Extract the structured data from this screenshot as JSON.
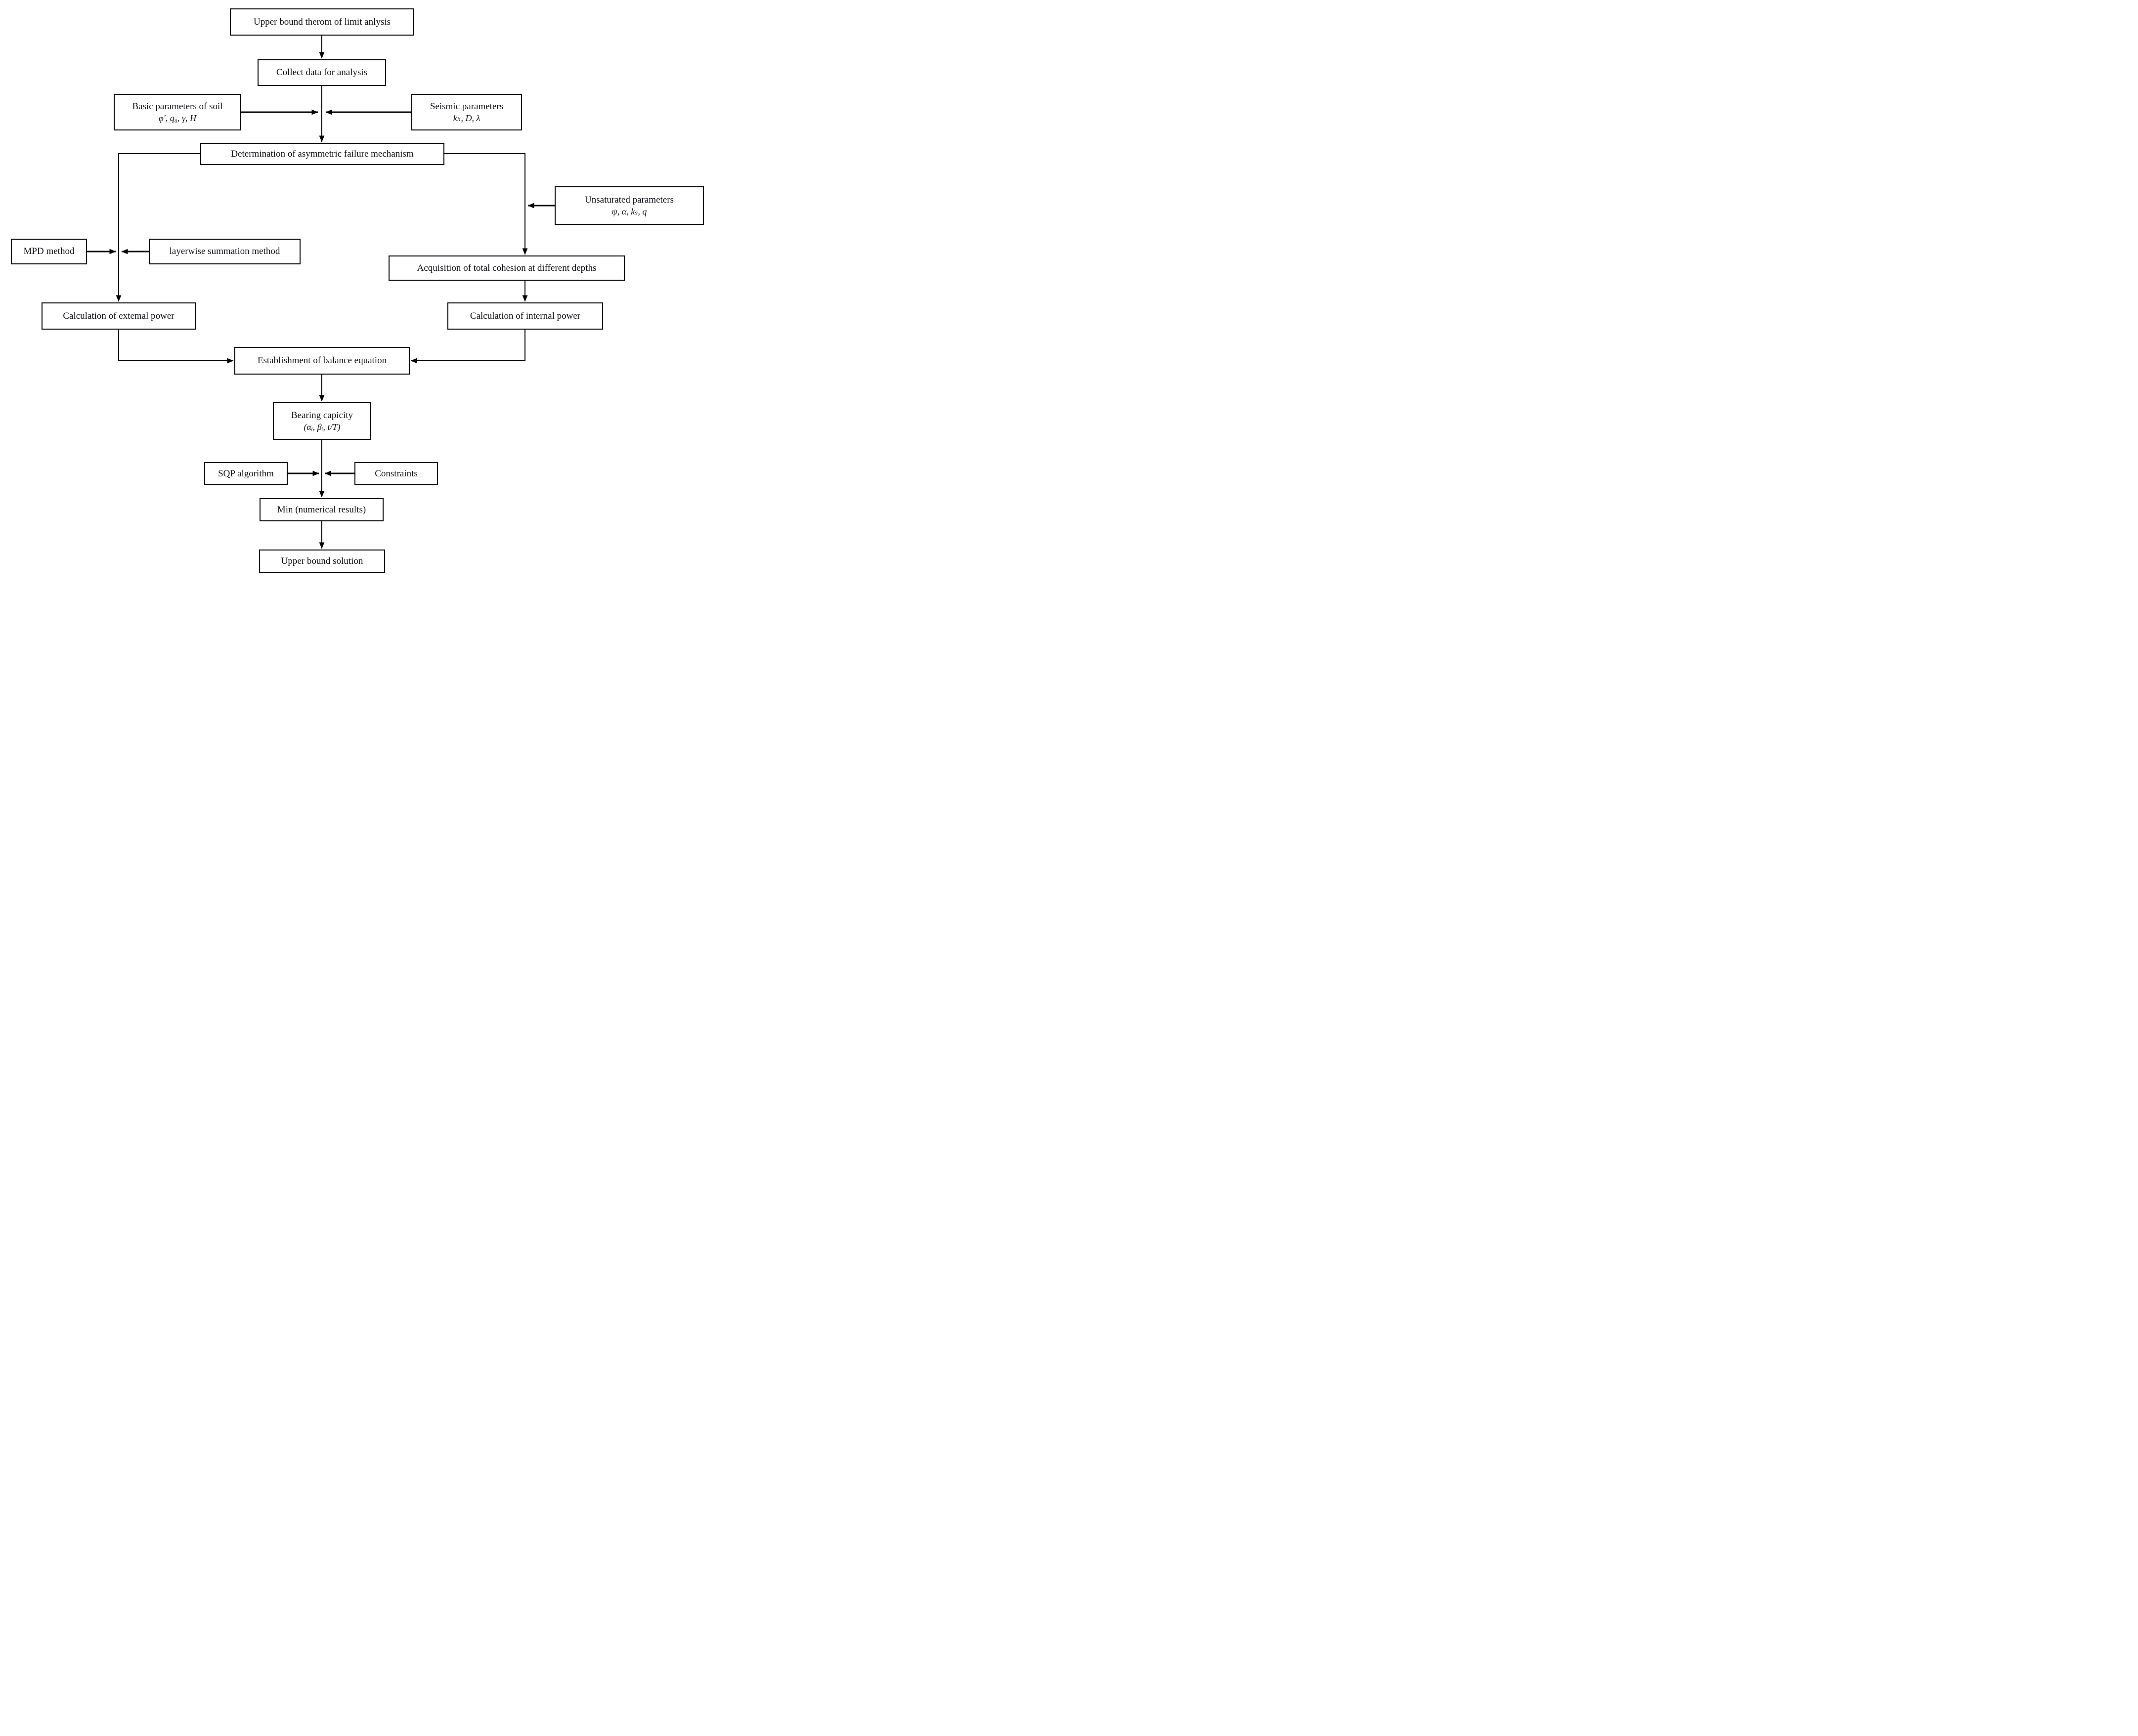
{
  "diagram": {
    "type": "flowchart",
    "description": "Flow chart of upper bound limit analysis procedure for bearing capacity",
    "nodes": {
      "upper_bound_theorem": {
        "label": "Upper bound therom of limit anlysis"
      },
      "collect_data": {
        "label": "Collect data for analysis"
      },
      "basic_params": {
        "label": "Basic parameters of soil",
        "sub": "φ′, q₀, γ, H"
      },
      "seismic_params": {
        "label": "Seismic parameters",
        "sub": "kₕ, D, λ"
      },
      "determination": {
        "label": "Determination of asymmetric failure mechanism"
      },
      "unsaturated_params": {
        "label": "Unsaturated parameters",
        "sub": "ψ, α, kₛ, q"
      },
      "mpd_method": {
        "label": "MPD method"
      },
      "layerwise_method": {
        "label": "layerwise summation method"
      },
      "acquisition": {
        "label": "Acquisition of total cohesion at different depths"
      },
      "calc_external": {
        "label": "Calculation of extemal power"
      },
      "calc_internal": {
        "label": "Calculation of internal power"
      },
      "establishment": {
        "label": "Establishment of balance equation"
      },
      "bearing_capacity": {
        "label": "Bearing capicity",
        "sub": "(αᵢ, βᵢ, t/T)"
      },
      "sqp_algorithm": {
        "label": "SQP algorithm"
      },
      "constraints": {
        "label": "Constraints"
      },
      "min_results": {
        "label": "Min (numerical results)"
      },
      "upper_bound_solution": {
        "label": "Upper bound solution"
      }
    },
    "edges": [
      "upper_bound_theorem → collect_data",
      "collect_data → determination",
      "basic_params → (collect_data → determination junction)",
      "seismic_params → (collect_data → determination junction)",
      "determination → calc_external (left branch)",
      "determination → acquisition (right branch)",
      "unsaturated_params → (determination → acquisition branch)",
      "mpd_method → (determination → calc_external branch)",
      "layerwise_method → (determination → calc_external branch)",
      "acquisition → calc_internal",
      "calc_external → establishment",
      "calc_internal → establishment",
      "establishment → bearing_capacity",
      "bearing_capacity → min_results",
      "sqp_algorithm → (bearing_capacity → min_results junction)",
      "constraints → (bearing_capacity → min_results junction)",
      "min_results → upper_bound_solution"
    ],
    "colors": {
      "line": "#000000",
      "box_border": "#000000",
      "box_fill": "#ffffff",
      "text": "#101018",
      "background": "#ffffff"
    }
  }
}
